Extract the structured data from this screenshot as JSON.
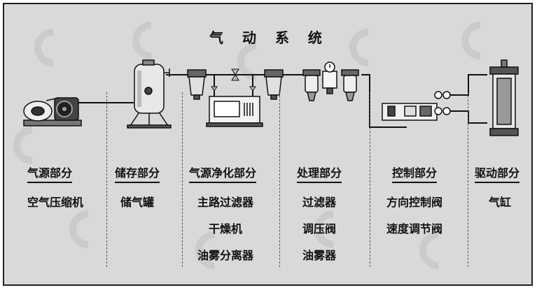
{
  "title": "气 动 系 统",
  "sections": [
    {
      "heading": "气源部分",
      "items": [
        "空气压缩机"
      ]
    },
    {
      "heading": "储存部分",
      "items": [
        "储气罐"
      ]
    },
    {
      "heading": "气源净化部分",
      "items": [
        "主路过滤器",
        "干燥机",
        "油雾分离器"
      ]
    },
    {
      "heading": "处理部分",
      "items": [
        "过滤器",
        "调压阀",
        "油雾器"
      ]
    },
    {
      "heading": "控制部分",
      "items": [
        "方向控制阀",
        "速度调节阀"
      ]
    },
    {
      "heading": "驱动部分",
      "items": [
        "气缸"
      ]
    }
  ],
  "components": [
    {
      "name": "compressor-icon"
    },
    {
      "name": "air-tank-icon"
    },
    {
      "name": "main-filter-icon"
    },
    {
      "name": "dryer-icon"
    },
    {
      "name": "oil-mist-separator-icon"
    },
    {
      "name": "frl-unit-icon"
    },
    {
      "name": "direction-valve-icon"
    },
    {
      "name": "cylinder-icon"
    }
  ],
  "colors": {
    "background": "#d9d9d9",
    "line": "#111111"
  }
}
